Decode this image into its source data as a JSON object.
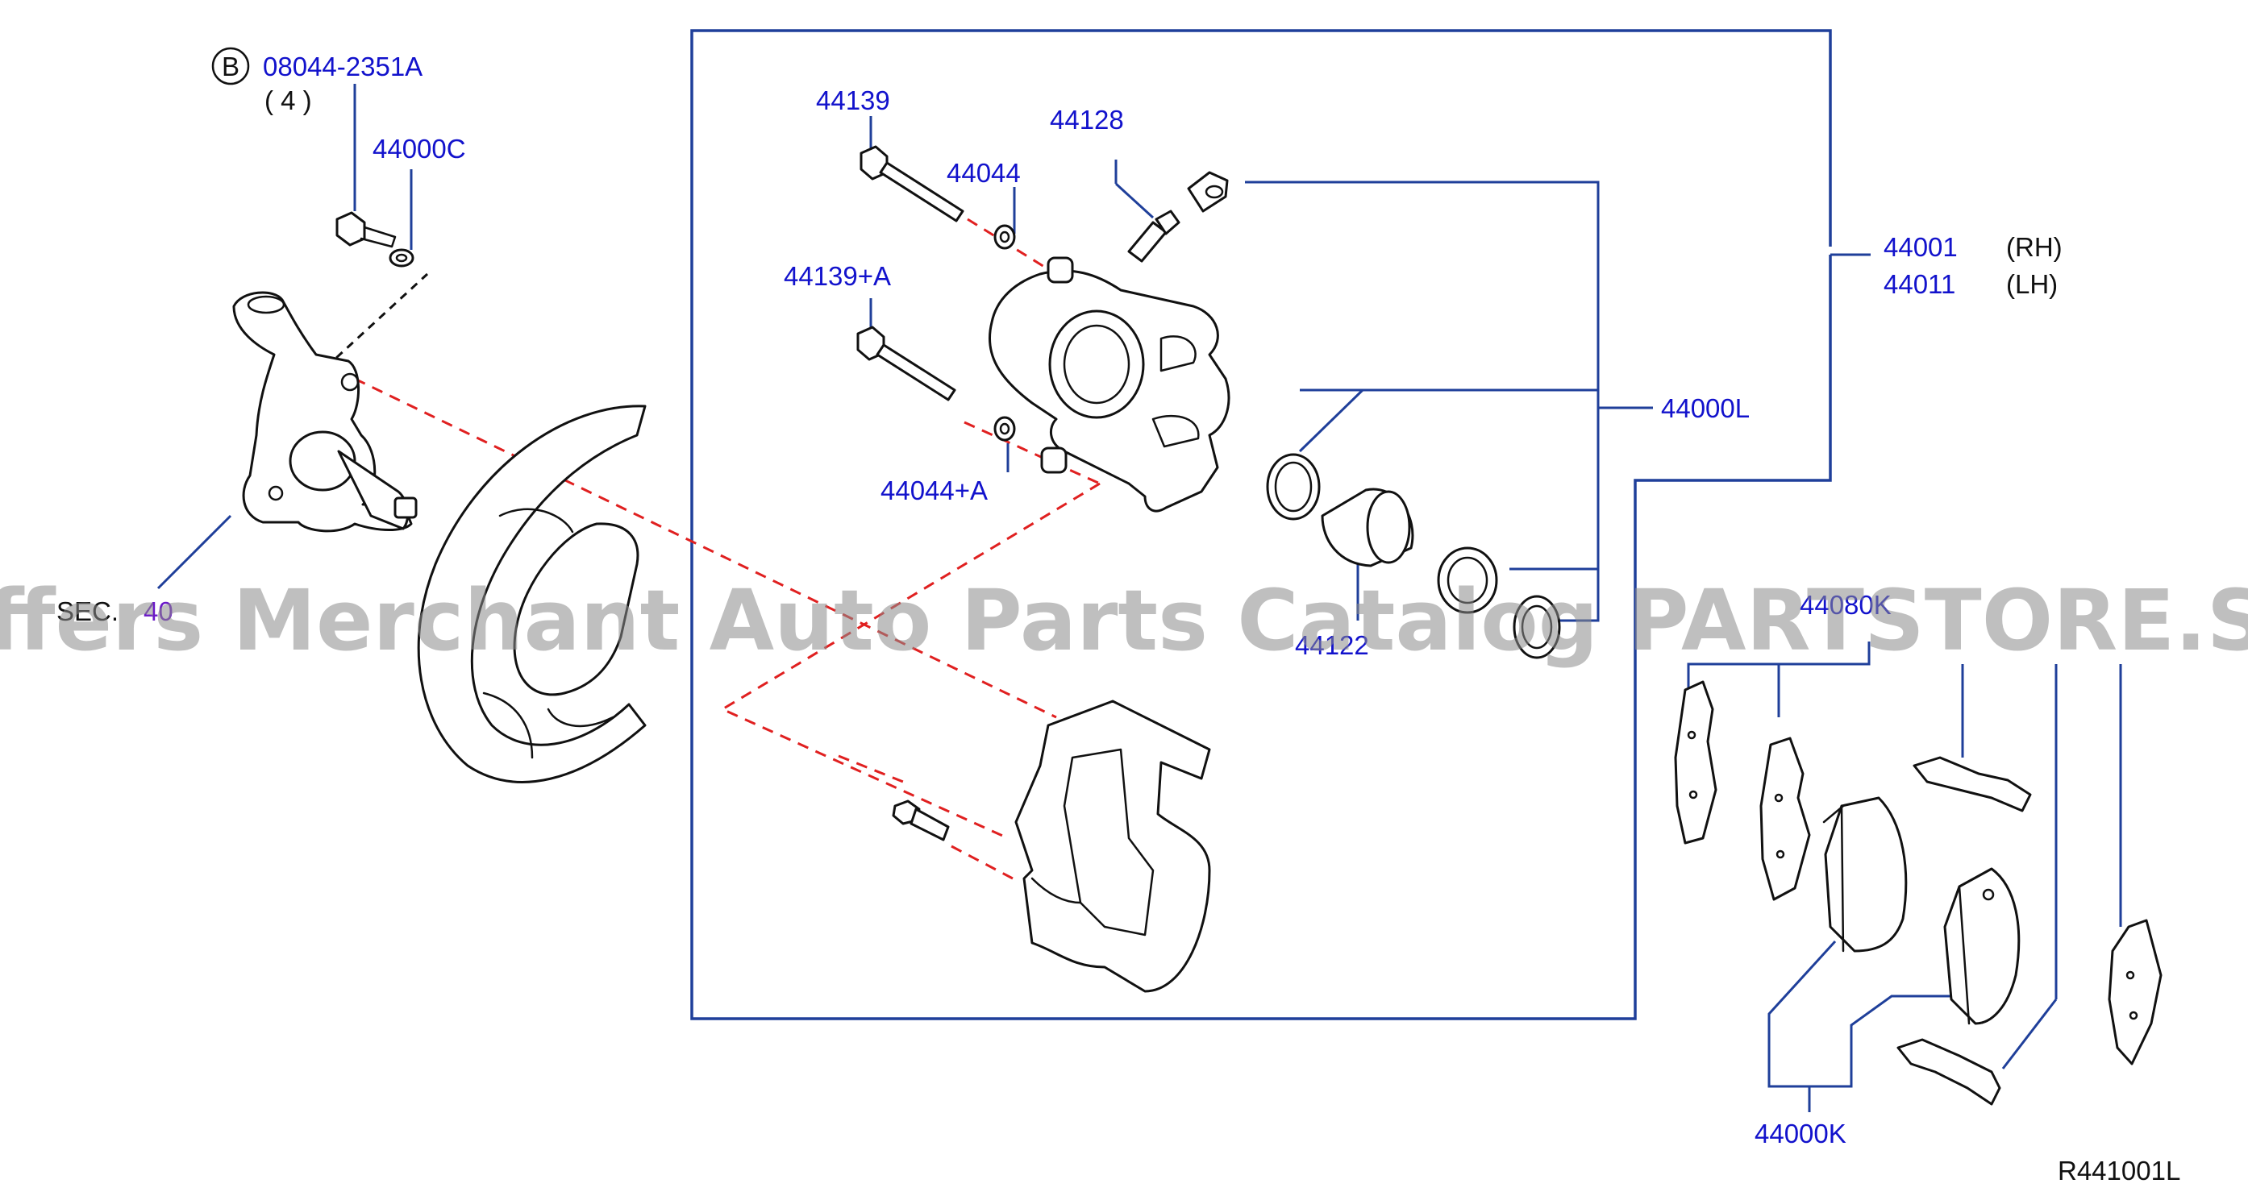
{
  "labels": {
    "bolt_callout_letter": "B",
    "bolt_part": "08044-2351A",
    "bolt_qty": "( 4 )",
    "washer_part": "44000C",
    "sec_prefix": "SEC.",
    "sec_number": "40",
    "pin_upper": "44139",
    "boot_upper": "44044",
    "bleeder": "44128",
    "pin_lower": "44139+A",
    "boot_lower": "44044+A",
    "caliper_rh_part": "44001",
    "caliper_rh_side": "(RH)",
    "caliper_lh_part": "44011",
    "caliper_lh_side": "(LH)",
    "seal_kit": "44000L",
    "piston": "44122",
    "pad_kit": "44080K",
    "pad_hardware": "44000K",
    "drawing_code": "R441001L"
  },
  "watermark": "Offers Merchant Auto Parts Catalog PARTSTORE.SA",
  "colors": {
    "label_blue": "#1212cc",
    "leader_line": "#1f3f9a",
    "dashed_red": "#e02020",
    "label_purple": "#6a18c8"
  }
}
